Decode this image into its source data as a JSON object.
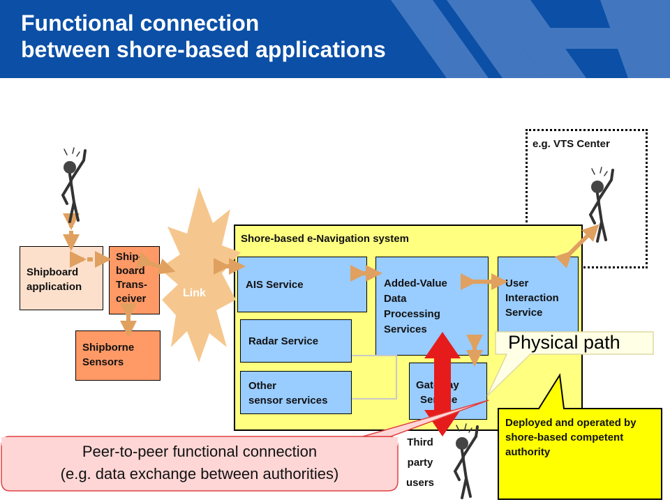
{
  "title": {
    "line1": "Functional connection",
    "line2": "between shore-based applications"
  },
  "diagram": {
    "vts_center_label": "e.g. VTS Center",
    "shore_system_label": "Shore-based e-Navigation system",
    "link_label": "Link",
    "shipboard_app": "Shipboard application",
    "transceiver": {
      "l1": "Ship-",
      "l2": "board",
      "l3": "Trans-",
      "l4": "ceiver"
    },
    "shipborne_sensors": {
      "l1": "Shipborne",
      "l2": "Sensors"
    },
    "ais_service": "AIS Service",
    "radar_service": "Radar Service",
    "other_sensor": {
      "l1": "Other",
      "l2": "sensor services"
    },
    "added_value": {
      "l1": "Added-Value",
      "l2": "Data",
      "l3": "Processing",
      "l4": "Services"
    },
    "user_interaction": {
      "l1": "User",
      "l2": "Interaction",
      "l3": "Service"
    },
    "gateway": {
      "l1": "Gateway",
      "l2": "Service"
    },
    "third_party": {
      "l1": "Third",
      "l2": "party",
      "l3": "users"
    },
    "physical_path": "Physical path",
    "deployed_note": "Deployed and operated by shore-based competent authority",
    "peer_note": {
      "l1": "Peer-to-peer functional connection",
      "l2": "(e.g. data exchange between authorities)"
    }
  },
  "colors": {
    "header_blue": "#0b4fa6",
    "shore_yellow": "#ffff80",
    "service_blue": "#99ccff",
    "ship_orange": "#ff9966",
    "ship_app_pink": "#fde0cc",
    "arrow_tan": "#e0a060",
    "path_red": "#e61c1c",
    "note_yellow": "#ffff00"
  }
}
